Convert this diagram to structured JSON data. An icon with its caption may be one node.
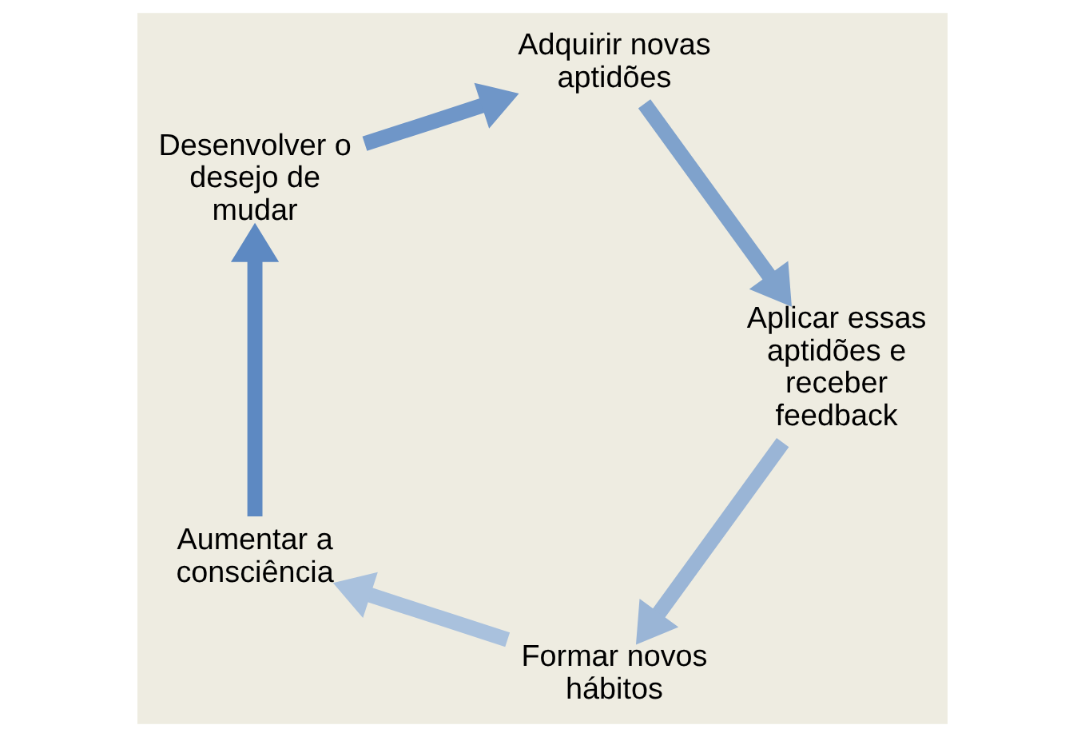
{
  "diagram": {
    "nodes": [
      {
        "text": [
          "Formar novos hábitos"
        ]
      },
      {
        "text": [
          "Aumentar a consciência"
        ]
      },
      {
        "text": [
          "Desenvolver o desejo de mudar"
        ]
      },
      {
        "text": [
          "Adquirir novas aptidões"
        ]
      },
      {
        "text": [
          "Aplicar essas aptidões e receber feedback"
        ]
      }
    ],
    "edges": [
      {
        "from": 0,
        "to": 1,
        "arrow": "to"
      },
      {
        "from": 1,
        "to": 2,
        "arrow": "to"
      },
      {
        "from": 2,
        "to": 3,
        "arrow": "to"
      },
      {
        "from": 3,
        "to": 4,
        "arrow": "to"
      },
      {
        "from": 4,
        "to": 0,
        "arrow": "to"
      }
    ]
  }
}
